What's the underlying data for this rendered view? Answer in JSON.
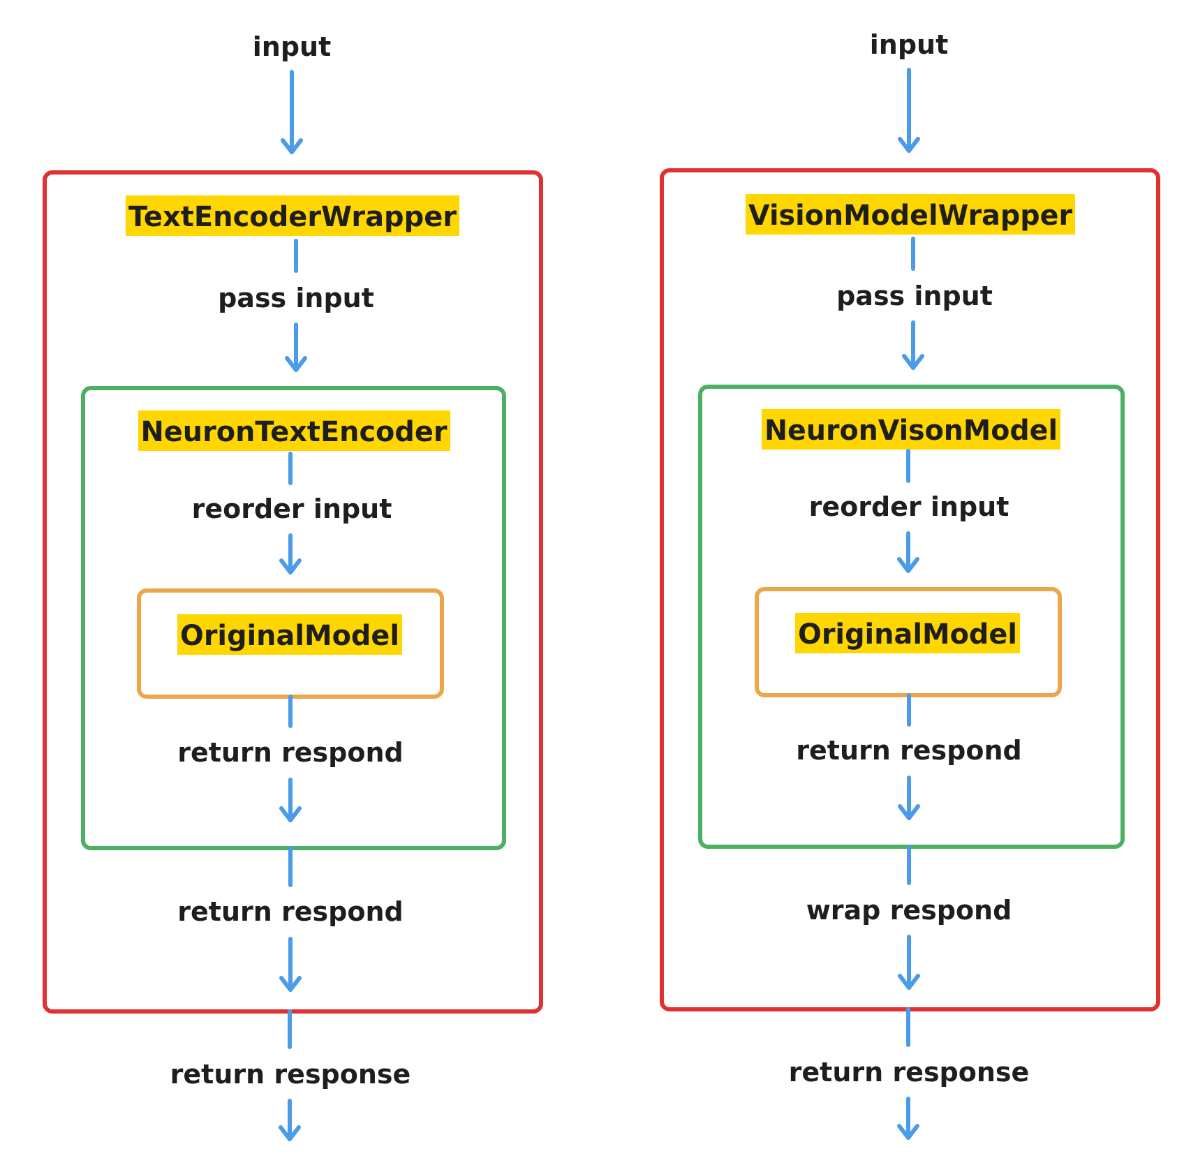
{
  "colors": {
    "outer_box": "#e03131",
    "middle_box": "#4bb062",
    "inner_box": "#eba64a",
    "title_highlight": "#ffd600",
    "arrow": "#4a9be8",
    "text": "#1e1e1e"
  },
  "left": {
    "input": "input",
    "wrapper_title": "TextEncoderWrapper",
    "pass_input": "pass input",
    "neuron_title": "NeuronTextEncoder",
    "reorder_input": "reorder input",
    "original_title": "OriginalModel",
    "inner_return": "return respond",
    "outer_return": "return respond",
    "final_return": "return response"
  },
  "right": {
    "input": "input",
    "wrapper_title": "VisionModelWrapper",
    "pass_input": "pass input",
    "neuron_title": "NeuronVisonModel",
    "reorder_input": "reorder input",
    "original_title": "OriginalModel",
    "inner_return": "return respond",
    "outer_return": "wrap respond",
    "final_return": "return response"
  }
}
